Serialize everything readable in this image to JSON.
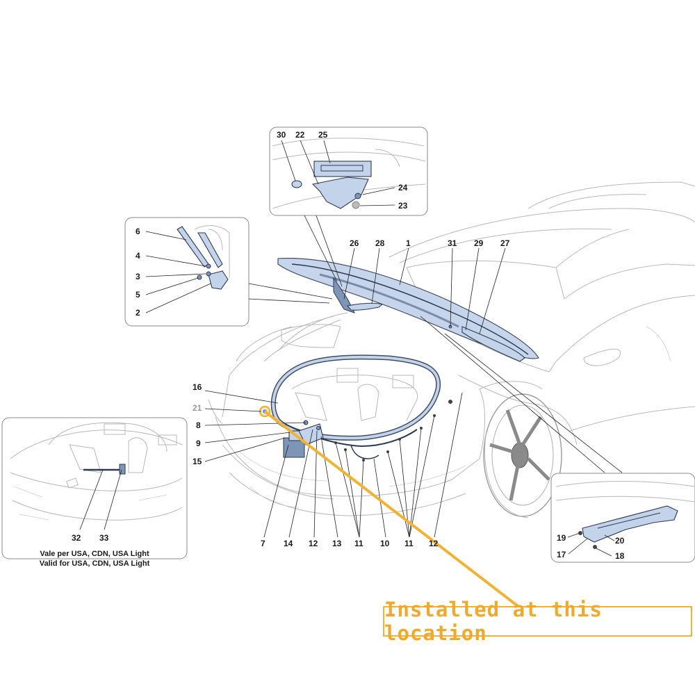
{
  "callouts": {
    "c1": "1",
    "c2": "2",
    "c3": "3",
    "c4": "4",
    "c5": "5",
    "c6": "6",
    "c7": "7",
    "c8": "8",
    "c9": "9",
    "c10": "10",
    "c11": "11",
    "c12": "12",
    "c13": "13",
    "c14": "14",
    "c15": "15",
    "c16": "16",
    "c17": "17",
    "c18": "18",
    "c19": "19",
    "c20": "20",
    "c21": "21",
    "c22": "22",
    "c23": "23",
    "c24": "24",
    "c25": "25",
    "c26": "26",
    "c27": "27",
    "c28": "28",
    "c29": "29",
    "c30": "30",
    "c31": "31",
    "c32": "32",
    "c33": "33"
  },
  "notes": {
    "validity_it": "Vale per USA, CDN, USA Light",
    "validity_en": "Valid for USA, CDN, USA Light"
  },
  "banner": {
    "text": "Installed at this location"
  },
  "colors": {
    "highlight": "#f2b233",
    "part_fill": "#c3d3ea",
    "part_stroke": "#2c3a52"
  }
}
